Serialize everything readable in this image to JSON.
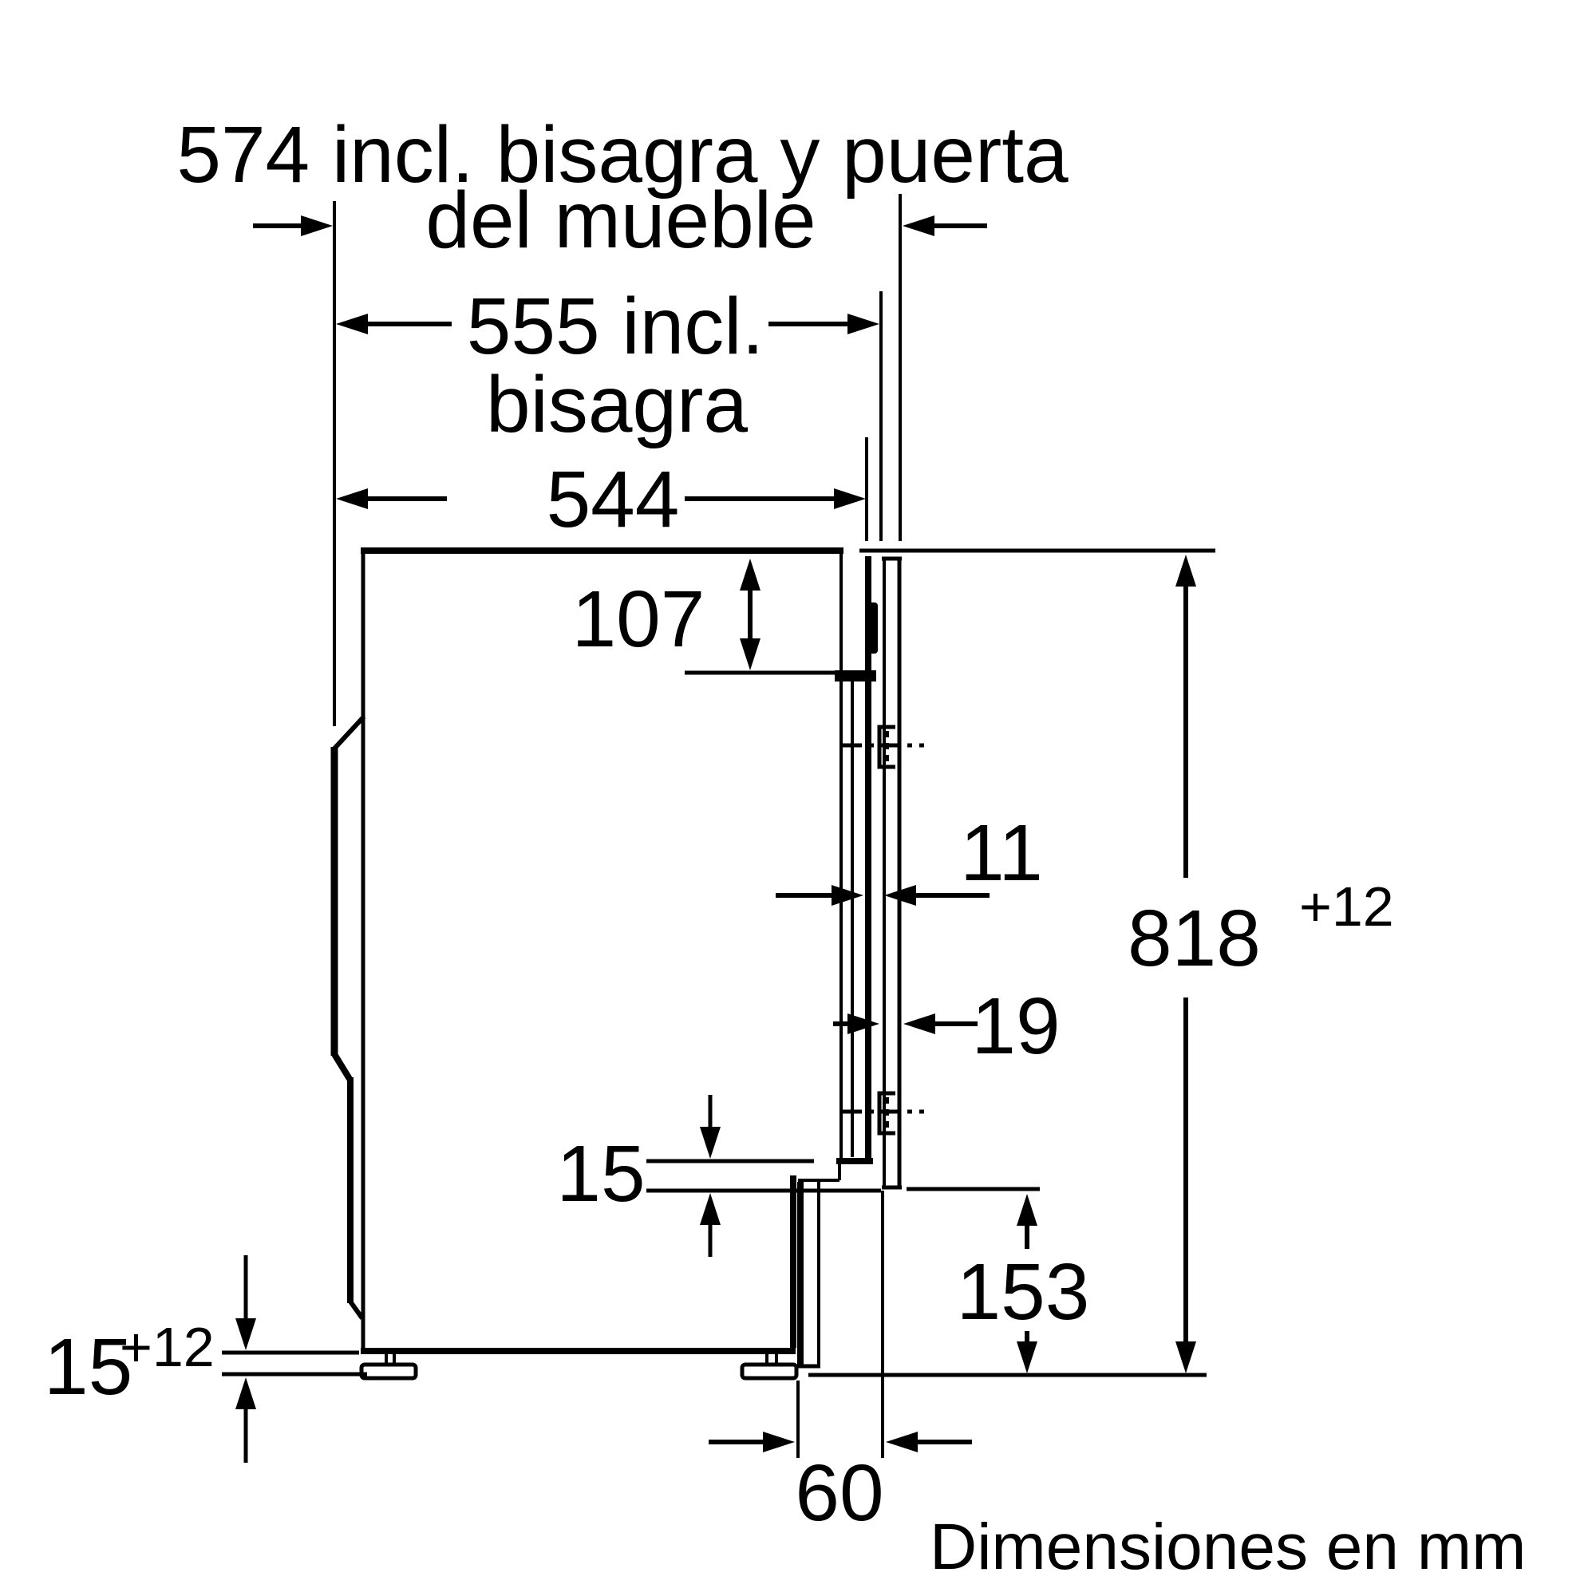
{
  "diagram": {
    "units_note": "Dimensiones en mm",
    "colors": {
      "line": "#000000",
      "background": "#ffffff"
    },
    "top_dimension_title": {
      "line1": "574 incl. bisagra y puerta",
      "line2": "del mueble"
    },
    "dim_555": {
      "line1": "555 incl.",
      "line2": "bisagra"
    },
    "dim_544": "544",
    "dim_107": "107",
    "dim_11": "11",
    "dim_818": {
      "base": "818",
      "tolerance": "+12"
    },
    "dim_19": "19",
    "dim_15_door": "15",
    "dim_153": "153",
    "dim_15_floor": {
      "base": "15",
      "tolerance": "+12"
    },
    "dim_60": "60"
  }
}
